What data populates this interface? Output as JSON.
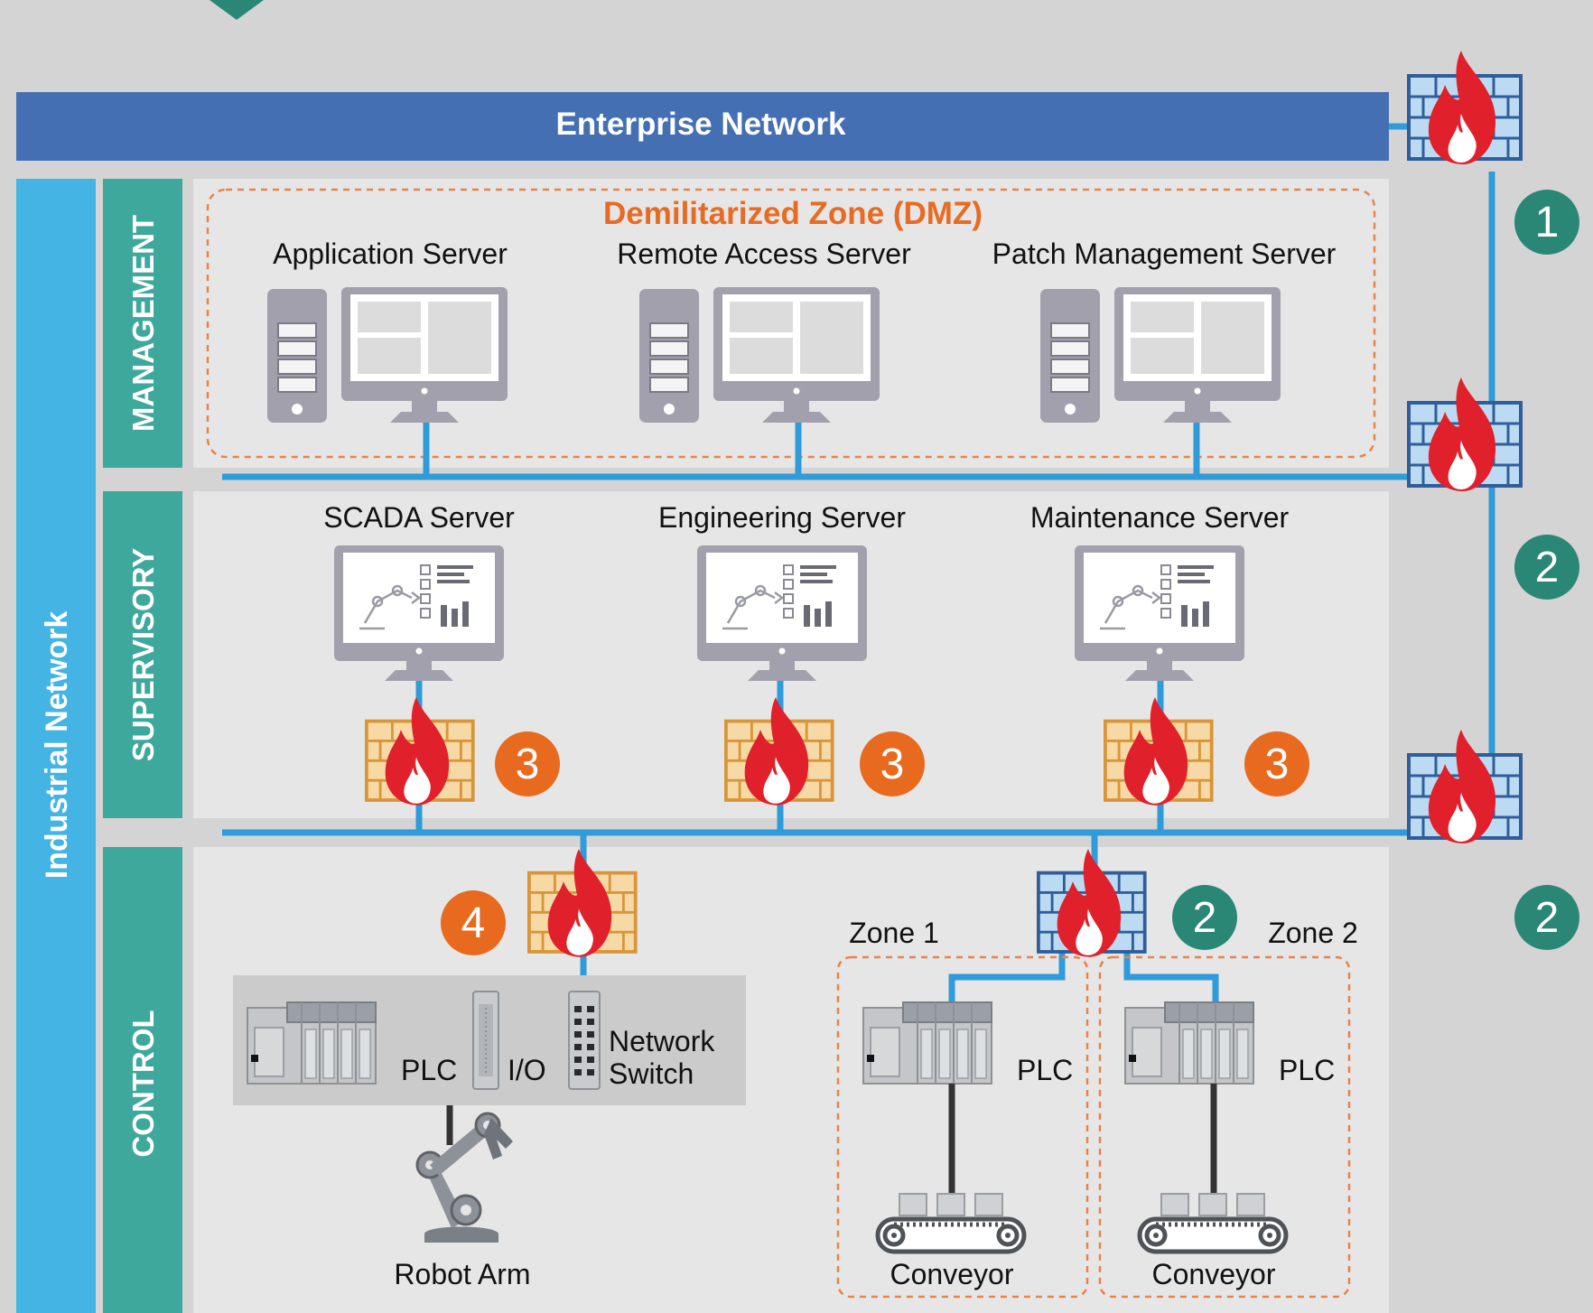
{
  "enterprise_network": {
    "label": "Enterprise Network"
  },
  "industrial_network": {
    "label": "Industrial Network"
  },
  "levels": {
    "management": "MANAGEMENT",
    "supervisory": "SUPERVISORY",
    "control": "CONTROL"
  },
  "dmz": {
    "title": "Demilitarized Zone (DMZ)",
    "servers": [
      "Application Server",
      "Remote Access Server",
      "Patch Management Server"
    ]
  },
  "supervisory_servers": [
    "SCADA Server",
    "Engineering Server",
    "Maintenance Server"
  ],
  "control": {
    "cell_labels": {
      "plc": "PLC",
      "io": "I/O",
      "switch_line1": "Network",
      "switch_line2": "Switch",
      "robot": "Robot Arm"
    },
    "zone1": {
      "label": "Zone 1",
      "plc": "PLC",
      "conveyor": "Conveyor"
    },
    "zone2": {
      "label": "Zone 2",
      "plc": "PLC",
      "conveyor": "Conveyor"
    }
  },
  "badges": {
    "fw_enterprise": "1",
    "fw_dmz": "2",
    "fw_supervisory": "2",
    "fw_zones": "2",
    "fw_host_scada": "3",
    "fw_host_engineering": "3",
    "fw_host_maintenance": "3",
    "fw_cell": "4"
  },
  "icons": {
    "firewall": "firewall-icon",
    "server_tower": "server-tower-icon",
    "monitor": "monitor-icon",
    "plc": "plc-icon",
    "io_module": "io-module-icon",
    "network_switch": "network-switch-icon",
    "robot_arm": "robot-arm-icon",
    "conveyor": "conveyor-icon"
  },
  "colors": {
    "enterprise_bar": "#4470b3",
    "industrial_bar": "#43b4e4",
    "level_bar": "#3fa89c",
    "network_line": "#2f9bd8",
    "dmz_text": "#e86b23",
    "badge_teal": "#2a8776",
    "badge_orange": "#e86a1e",
    "firewall_blue": "#bcdbf3",
    "firewall_tan": "#f7d9a6",
    "flame_red": "#e0202b"
  }
}
